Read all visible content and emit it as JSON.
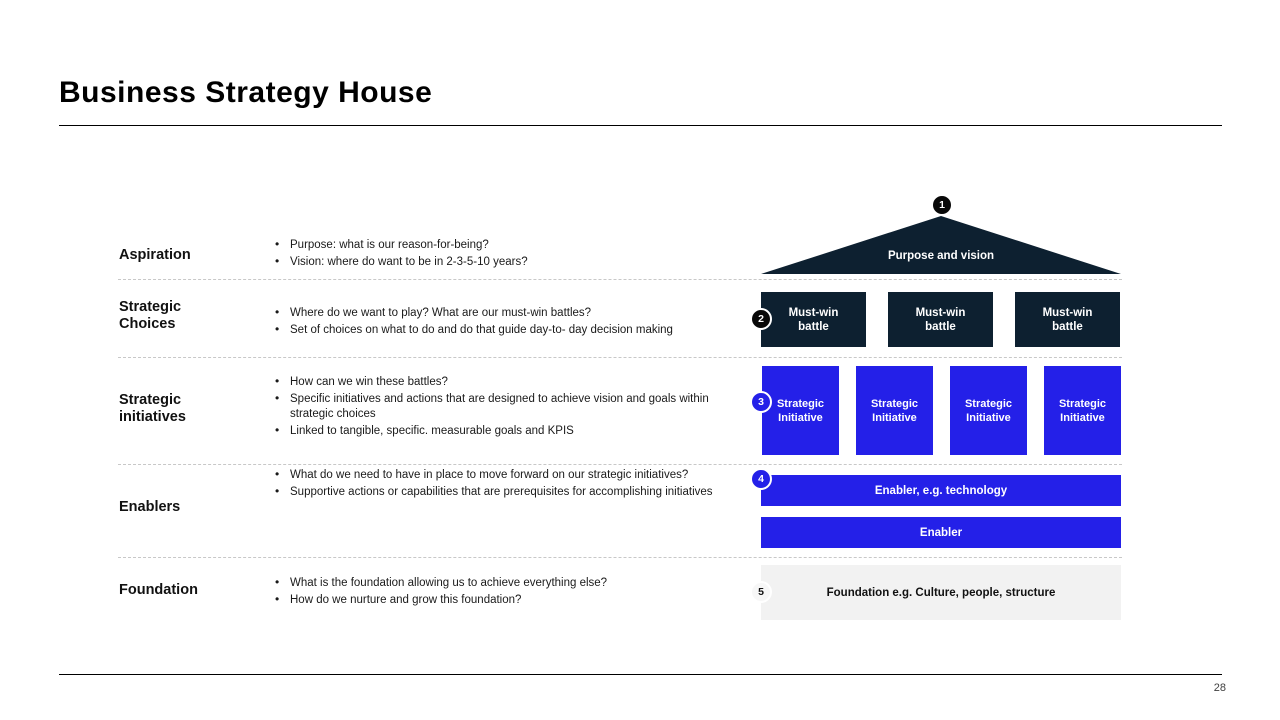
{
  "slide": {
    "title": "Business Strategy House",
    "page_number": "28"
  },
  "colors": {
    "navy": "#0d2030",
    "blue": "#2420e8",
    "foundation_gray": "#f2f2f2",
    "badge_dark": "#080808",
    "divider": "#c8c8c8"
  },
  "rows": [
    {
      "label": "Aspiration",
      "bullets": [
        "Purpose: what is our reason-for-being?",
        "Vision: where do want to be in 2-3-5-10  years?"
      ]
    },
    {
      "label": "Strategic\nChoices",
      "label_line1": "Strategic",
      "label_line2": "Choices",
      "bullets": [
        "Where do we want to play? What are our must-win battles?",
        "Set of choices on what to do and do that guide day-to- day decision making"
      ]
    },
    {
      "label_line1": "Strategic",
      "label_line2": "initiatives",
      "bullets": [
        "How can we win these battles?",
        "Specific initiatives and actions that are designed to achieve vision and goals within strategic choices",
        "Linked to tangible, specific. measurable goals and KPIS"
      ]
    },
    {
      "label": "Enablers",
      "bullets": [
        "What do we need to have in place to move forward on our strategic initiatives?",
        "Supportive actions or capabilities that are prerequisites for accomplishing initiatives"
      ]
    },
    {
      "label": "Foundation",
      "bullets": [
        "What is the foundation allowing us to achieve everything else?",
        "How do we nurture and grow this foundation?"
      ]
    }
  ],
  "diagram": {
    "roof": {
      "label": "Purpose and vision",
      "badge": "1"
    },
    "must_win_battles": {
      "badge": "2",
      "boxes": [
        {
          "line1": "Must-win",
          "line2": "battle"
        },
        {
          "line1": "Must-win",
          "line2": "battle"
        },
        {
          "line1": "Must-win",
          "line2": "battle"
        }
      ]
    },
    "strategic_initiatives": {
      "badge": "3",
      "boxes": [
        {
          "line1": "Strategic",
          "line2": "Initiative"
        },
        {
          "line1": "Strategic",
          "line2": "Initiative"
        },
        {
          "line1": "Strategic",
          "line2": "Initiative"
        },
        {
          "line1": "Strategic",
          "line2": "Initiative"
        }
      ]
    },
    "enablers": {
      "badge": "4",
      "bars": [
        "Enabler, e.g. technology",
        "Enabler"
      ]
    },
    "foundation": {
      "badge": "5",
      "label": "Foundation e.g. Culture, people, structure"
    }
  }
}
